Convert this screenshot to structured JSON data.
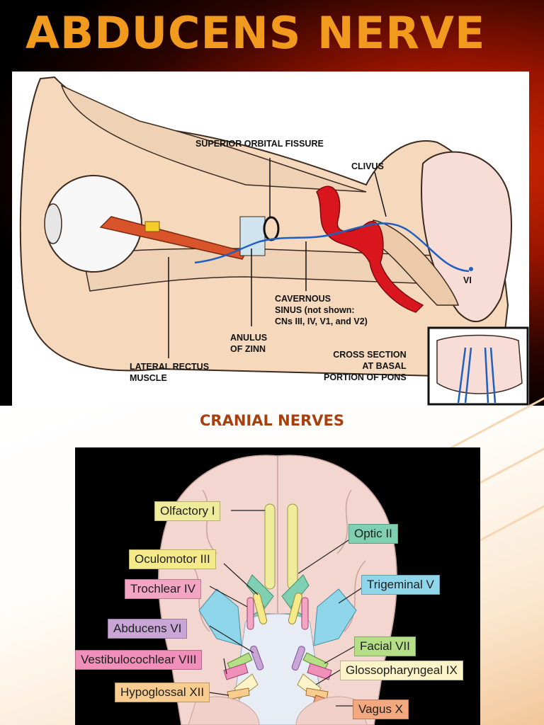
{
  "title": "ABDUCENS NERVE",
  "anatomy_diagram": {
    "labels": {
      "superior_orbital_fissure": "SUPERIOR ORBITAL FISSURE",
      "clivus": "CLIVUS",
      "cavernous_sinus": "CAVERNOUS\nSINUS (not shown:\nCNs III, IV, V1, and V2)",
      "anulus_of_zinn": "ANULUS\nOF ZINN",
      "lateral_rectus_muscle": "LATERAL RECTUS\nMUSCLE",
      "nerve_number": "VI",
      "cross_section": "CROSS SECTION\nAT BASAL\nPORTION OF PONS"
    }
  },
  "subtitle": "CRANIAL NERVES",
  "cranial_nerves_diagram": {
    "labels": {
      "olfactory": "Olfactory I",
      "optic": "Optic II",
      "oculomotor": "Oculomotor III",
      "trochlear": "Trochlear IV",
      "trigeminal": "Trigeminal V",
      "abducens": "Abducens VI",
      "facial": "Facial VII",
      "vestibulocochlear": "Vestibulocochlear VIII",
      "glossopharyngeal": "Glossopharyngeal IX",
      "hypoglossal": "Hypoglossal XII",
      "vagus": "Vagus X"
    },
    "colors": {
      "olfactory": "#eeec9a",
      "optic": "#7fcfb2",
      "oculomotor": "#f5ea8a",
      "trochlear": "#f2a6c4",
      "trigeminal": "#8fd6ea",
      "abducens": "#c9a6d6",
      "facial": "#b5df86",
      "vestibulocochlear": "#f08fb9",
      "glossopharyngeal": "#fdf3c8",
      "hypoglossal": "#f7cc8e",
      "vagus": "#f4a880"
    }
  }
}
